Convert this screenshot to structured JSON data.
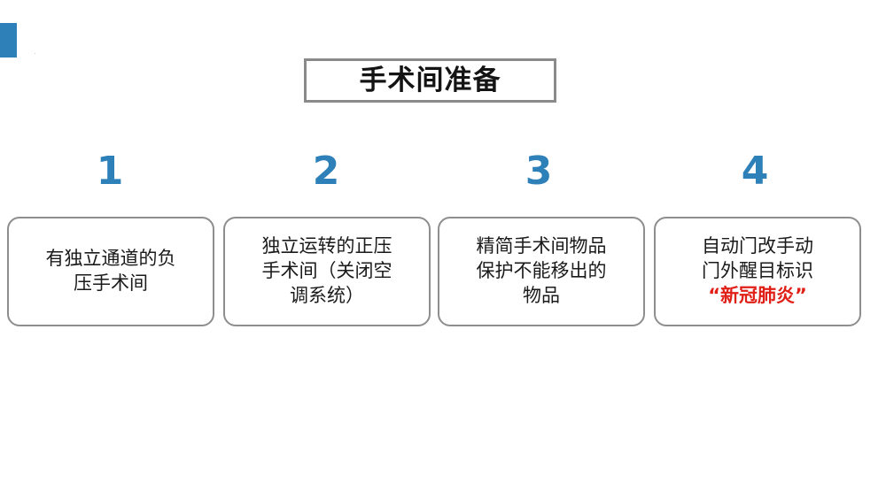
{
  "slide": {
    "background_color": "#ffffff",
    "accent_color": "#2e80b8",
    "border_color": "#8e8e8e",
    "highlight_color": "#e01f17",
    "corner_mark": "."
  },
  "title": {
    "text": "手术间准备"
  },
  "steps": [
    {
      "number": "1",
      "lines": [
        {
          "text": "有独立通道的负",
          "highlight": false
        },
        {
          "text": "压手术间",
          "highlight": false
        }
      ]
    },
    {
      "number": "2",
      "lines": [
        {
          "text": "独立运转的正压",
          "highlight": false
        },
        {
          "text": "手术间（关闭空",
          "highlight": false
        },
        {
          "text": "调系统）",
          "highlight": false
        }
      ]
    },
    {
      "number": "3",
      "lines": [
        {
          "text": "精简手术间物品",
          "highlight": false
        },
        {
          "text": "保护不能移出的",
          "highlight": false
        },
        {
          "text": "物品",
          "highlight": false
        }
      ]
    },
    {
      "number": "4",
      "lines": [
        {
          "text": "自动门改手动",
          "highlight": false
        },
        {
          "text": "门外醒目标识",
          "highlight": false
        },
        {
          "text": "“新冠肺炎”",
          "highlight": true
        }
      ]
    }
  ]
}
